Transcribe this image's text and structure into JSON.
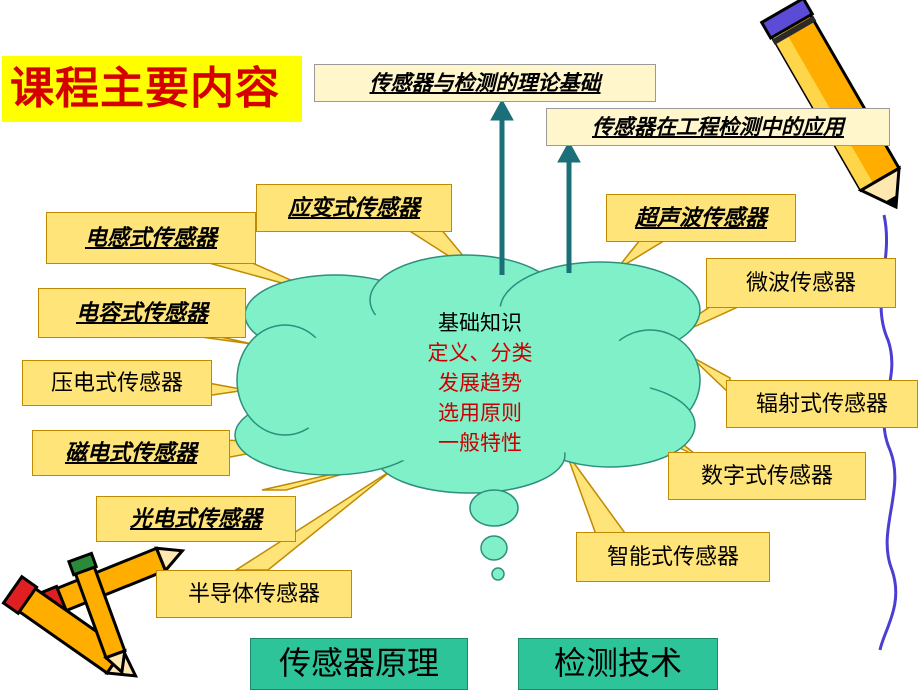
{
  "title": "课程主要内容",
  "top_boxes": [
    "传感器与检测的理论基础",
    "传感器在工程检测中的应用"
  ],
  "cloud": {
    "heading": "基础知识",
    "items": [
      "定义、分类",
      "发展趋势",
      "选用原则",
      "一般特性"
    ]
  },
  "sensors_left": [
    "电感式传感器",
    "应变式传感器",
    "电容式传感器",
    "压电式传感器",
    "磁电式传感器",
    "光电式传感器",
    "半导体传感器"
  ],
  "sensors_right": [
    "超声波传感器",
    "微波传感器",
    "辐射式传感器",
    "数字式传感器",
    "智能式传感器"
  ],
  "bottom_boxes": [
    "传感器原理",
    "检测技术"
  ],
  "colors": {
    "title_bg": "#ffff00",
    "title_text": "#d40000",
    "cloud": "#7ff0c8",
    "callout": "#ffe479",
    "bottom_box": "#2ec49a",
    "arrow": "#1a6f78",
    "accent_line": "#4a3fd0"
  }
}
